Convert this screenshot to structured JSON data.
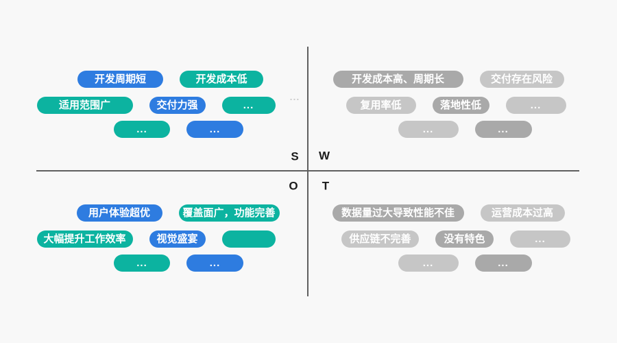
{
  "colors": {
    "background": "#f8f8f8",
    "blue": "#2e7ce0",
    "teal": "#0cb3a0",
    "gray_dark": "#a9a9a9",
    "gray_light": "#c6c6c6",
    "line": "#5f5f5f",
    "label": "#1c1c1c",
    "stray": "#cccccc"
  },
  "center_labels": {
    "s": "S",
    "w": "W",
    "o": "O",
    "t": "T"
  },
  "stray_ellipsis": "...",
  "quadrants": {
    "strengths": {
      "rows": [
        [
          {
            "label": "开发周期短",
            "color": "blue",
            "w": 125
          },
          {
            "label": "开发成本低",
            "color": "teal",
            "w": 122
          }
        ],
        [
          {
            "label": "适用范围广",
            "color": "teal",
            "w": 140
          },
          {
            "label": "交付力强",
            "color": "blue",
            "w": 82
          },
          {
            "label": "...",
            "color": "teal",
            "w": 78
          }
        ],
        [
          {
            "label": "...",
            "color": "teal",
            "w": 82
          },
          {
            "label": "...",
            "color": "blue",
            "w": 83
          }
        ]
      ]
    },
    "weaknesses": {
      "rows": [
        [
          {
            "label": "开发成本高、周期长",
            "color": "gray_dark",
            "w": 190
          },
          {
            "label": "交付存在风险",
            "color": "gray_light",
            "w": 123
          }
        ],
        [
          {
            "label": "复用率低",
            "color": "gray_light",
            "w": 102
          },
          {
            "label": "落地性低",
            "color": "gray_dark",
            "w": 83
          },
          {
            "label": "...",
            "color": "gray_light",
            "w": 88
          }
        ],
        [
          {
            "label": "...",
            "color": "gray_light",
            "w": 88
          },
          {
            "label": "...",
            "color": "gray_dark",
            "w": 83
          }
        ]
      ]
    },
    "opportunities": {
      "rows": [
        [
          {
            "label": "用户体验超优",
            "color": "blue",
            "w": 125
          },
          {
            "label": "覆盖面广，功能完善",
            "color": "teal",
            "w": 147
          }
        ],
        [
          {
            "label": "大幅提升工作效率",
            "color": "teal",
            "w": 140
          },
          {
            "label": "视觉盛宴",
            "color": "blue",
            "w": 82
          },
          {
            "label": "",
            "color": "teal",
            "w": 78
          }
        ],
        [
          {
            "label": "...",
            "color": "teal",
            "w": 82
          },
          {
            "label": "...",
            "color": "blue",
            "w": 83
          }
        ]
      ]
    },
    "threats": {
      "rows": [
        [
          {
            "label": "数据量过大导致性能不佳",
            "color": "gray_dark",
            "w": 192
          },
          {
            "label": "运营成本过高",
            "color": "gray_light",
            "w": 123
          }
        ],
        [
          {
            "label": "供应链不完善",
            "color": "gray_light",
            "w": 113
          },
          {
            "label": "没有特色",
            "color": "gray_dark",
            "w": 85
          },
          {
            "label": "...",
            "color": "gray_light",
            "w": 88
          }
        ],
        [
          {
            "label": "...",
            "color": "gray_light",
            "w": 88
          },
          {
            "label": "...",
            "color": "gray_dark",
            "w": 83
          }
        ]
      ]
    }
  }
}
